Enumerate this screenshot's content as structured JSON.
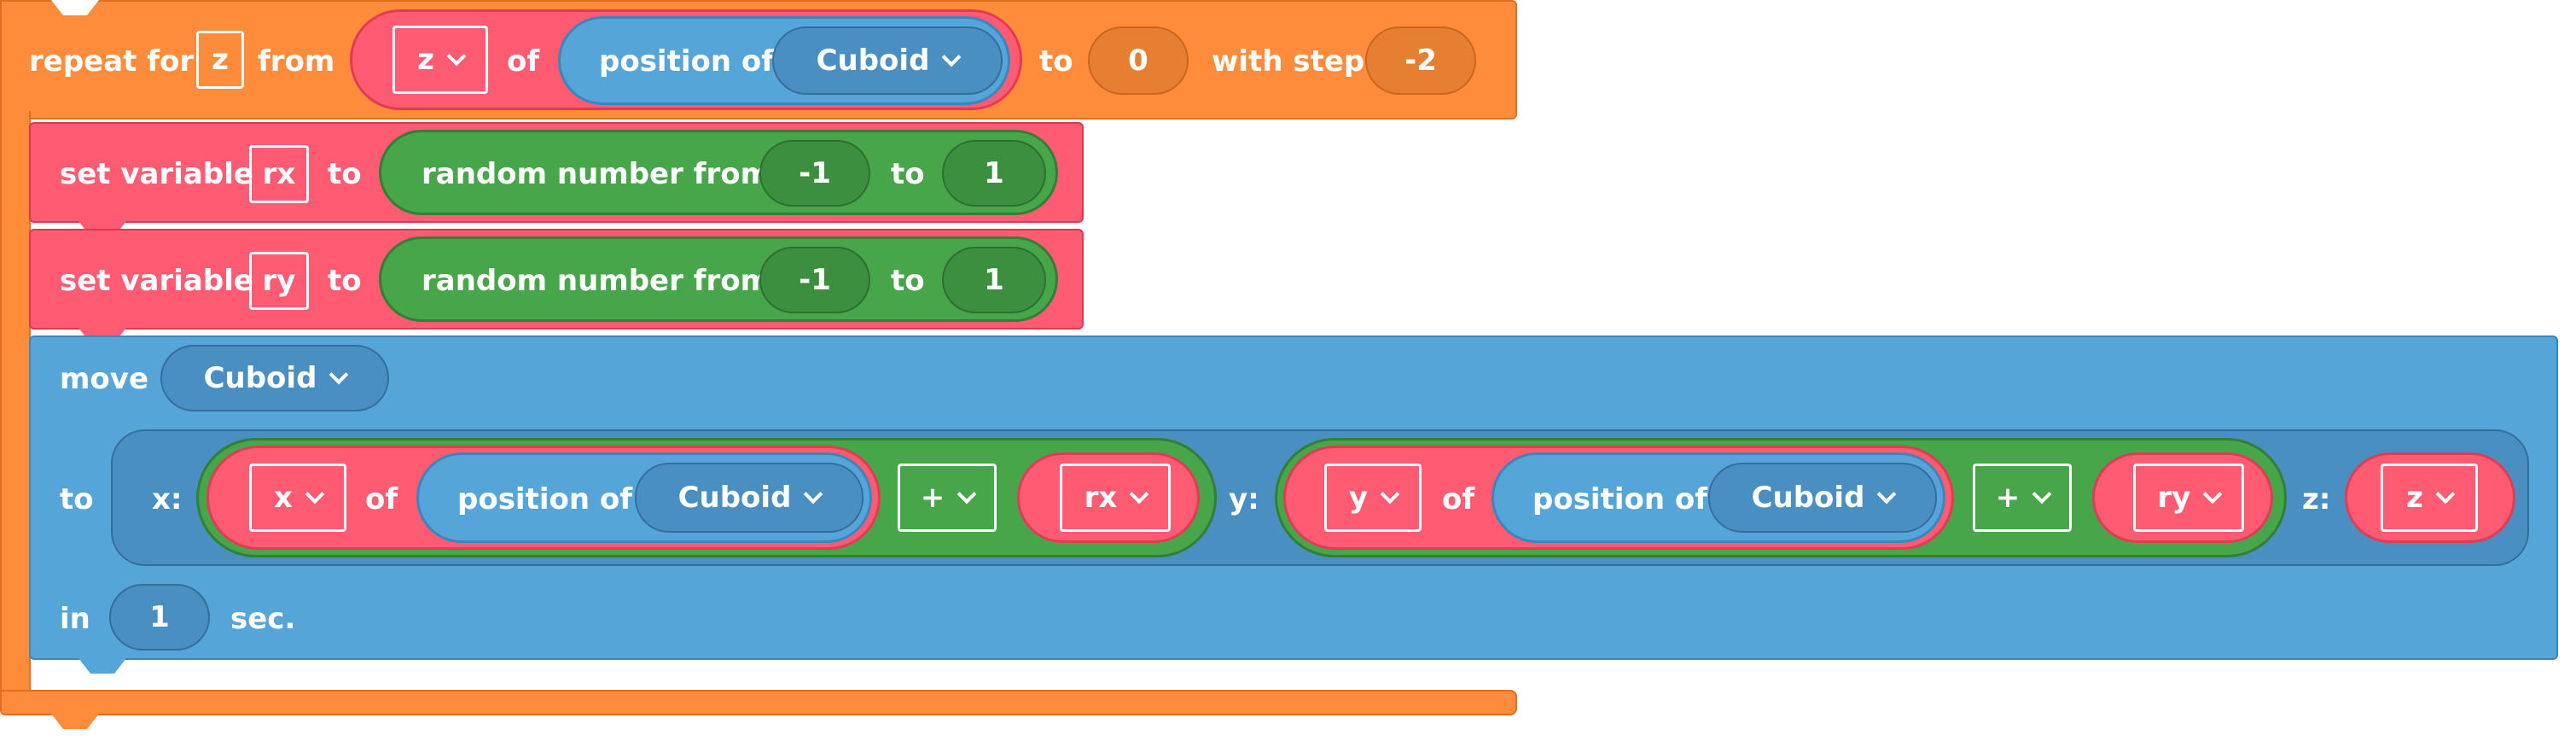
{
  "repeat": {
    "kw_repeat": "repeat for",
    "var": "z",
    "kw_from": "from",
    "from_component": "z",
    "kw_of": "of",
    "position_of": "position of",
    "object": "Cuboid",
    "kw_to": "to",
    "to_value": "0",
    "kw_step": "with step",
    "step_value": "-2"
  },
  "set_rx": {
    "kw_set": "set variable",
    "var": "rx",
    "kw_to": "to",
    "random_from": "random number from",
    "min": "-1",
    "kw_to2": "to",
    "max": "1"
  },
  "set_ry": {
    "kw_set": "set variable",
    "var": "ry",
    "kw_to": "to",
    "random_from": "random number from",
    "min": "-1",
    "kw_to2": "to",
    "max": "1"
  },
  "move": {
    "kw_move": "move",
    "object": "Cuboid",
    "kw_to": "to",
    "x_label": "x:",
    "x_component": "x",
    "x_of": "of",
    "x_position_of": "position of",
    "x_object": "Cuboid",
    "x_op": "+",
    "x_var": "rx",
    "y_label": "y:",
    "y_component": "y",
    "y_of": "of",
    "y_position_of": "position of",
    "y_object": "Cuboid",
    "y_op": "+",
    "y_var": "ry",
    "z_label": "z:",
    "z_var": "z",
    "kw_in": "in",
    "duration": "1",
    "kw_sec": "sec."
  },
  "colors": {
    "control": "#ff8c3a",
    "variables": "#ff5b72",
    "motion": "#55a5d9",
    "operators": "#47a54a"
  }
}
